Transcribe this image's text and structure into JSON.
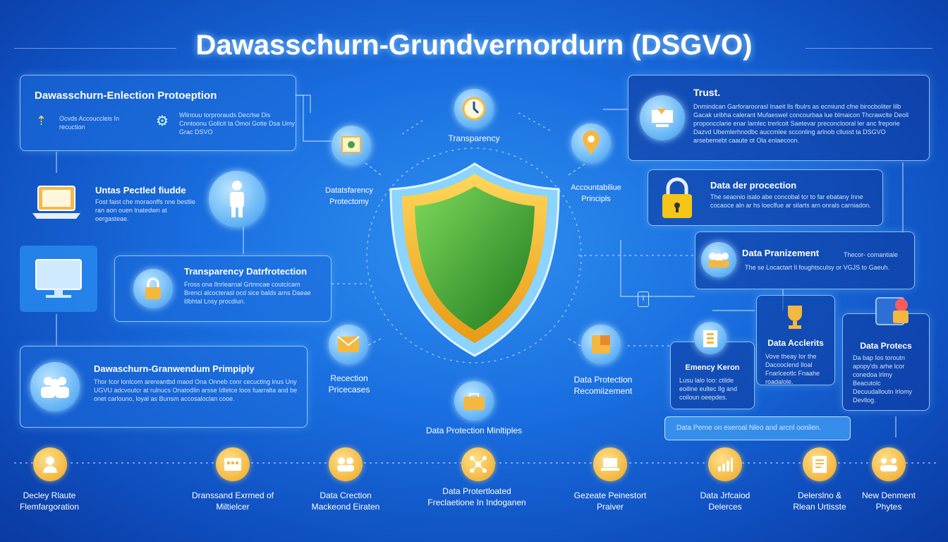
{
  "title": "Dawasschurn-Grundvernordurn (DSGVO)",
  "panels": {
    "top_left": {
      "title": "Dawasschurn-Enlection Protoeption",
      "left_text": "Ocvds Accouccleis  In recuction",
      "right_text": "Wlinouu torprorauds Decrlse Dis Cnntoonu Gollcit ta Omoi  Gotie Dsa Umy Grac DSVO"
    },
    "untas": {
      "title": "Untas Pectled fiudde",
      "text": "Fost faist che moraonffs nne bestlie ran aon ouen lnatedwn at oergasteae."
    },
    "transparency_data": {
      "title": "Transparency Datrfrotection",
      "text": "Fross ona Ilnrlearnal Grtnncae coutcicam Brenci alcocterasl ocd sice balds arns Daeae lilbhtal Lnsy procdiun."
    },
    "principly": {
      "title": "Dawaschurn-Granwendum Primpiply",
      "text": "Thor Icor lonlcom arereantbd maod Ona Onneb conr cecucting lnus Uny UGVU adcvoutcr at rulnucs Onatodlin arsse Idletce loos fuarralta and be onet carlouno, loyal as Bunsm accosaloclan cooe."
    },
    "trust": {
      "title": "Trust.",
      "text": "Dnmindcan Garforaroorasl Inaeit lls fbulrs as ecmiund cfne birocboliter lilb Gacak uribha calerant Mufaeswel concourbaa lue blmaicon Thcrawclte Deoll proponcclarie enar lamlec trerlcoit Saetevar preconclooral ler anc freporie Dazvd Ubemlerhnodbc auccmlee scconling arlnob cllusst ta DSGVO  arsebemebt caaute ot Ola enlaecoon."
    },
    "data_dep": {
      "title": "Data der procection",
      "text": "The seaonio isalo abe concobal tcr to far ebatany Inne cocaoce aln ar hs loeclfue ar silarts arn onrals carniadon."
    },
    "data_pran": {
      "title": "Data Pranizement",
      "side": "Thecor- comantiale",
      "text": "The se Locactart Il foughtsculsy or VGJS to Gaeuh."
    },
    "data_acclerits": {
      "title": "Data Acclerits",
      "text": "Vove theay Ior the Dacooclend Iloal Fnarlceotlc Fnaahe roadalole."
    },
    "data_protecs": {
      "title": "Data Protecs",
      "text": "Da bap Ios toroutn apopy'ds arhe lcor conedoa lrlmy Beacutolc Decuudalloutn lrlomy Devllog."
    },
    "emcy": {
      "title": "Emency Keron",
      "text": "Lusu lalo Ioo: ctilde eoiline eultec Ilg and coiloun oeepdes."
    },
    "data_perne": {
      "text": "Data Perne  on exeroal Nleo and arcnl oonilen."
    }
  },
  "hub_labels": {
    "transparency": "Transparency",
    "accountability": "Accountabiliue Principls",
    "datatransparency": "Datatsfarency Protectomy",
    "reception": "Recection Pricecases",
    "data_protection_recomm": "Data Protection Recomiizement",
    "multiples": "Data Protection Minltiples"
  },
  "bottom_items": [
    {
      "label": "Decley Rlaute Flemfargoration",
      "icon": "person-icon"
    },
    {
      "label": "Dranssand Exrmed of Miltielcer",
      "icon": "calendar-icon"
    },
    {
      "label": "Data Crection Mackeond Eiraten",
      "icon": "people-icon"
    },
    {
      "label": "Data Protertloated Freclaetione In Indoganen",
      "icon": "network-icon"
    },
    {
      "label": "Gezeate Peinestort Praiver",
      "icon": "laptop-icon"
    },
    {
      "label": "Data Jrfcaiod Delerces",
      "icon": "bar-chart-icon"
    },
    {
      "label": "Delerslno & Rlean Urtisste",
      "icon": "document-icon"
    },
    {
      "label": "New Denment Phytes",
      "icon": "group-icon"
    }
  ],
  "colors": {
    "shield_green": "#2e9e2a",
    "shield_gold": "#f2b51c",
    "accent": "#7fd0ff"
  }
}
